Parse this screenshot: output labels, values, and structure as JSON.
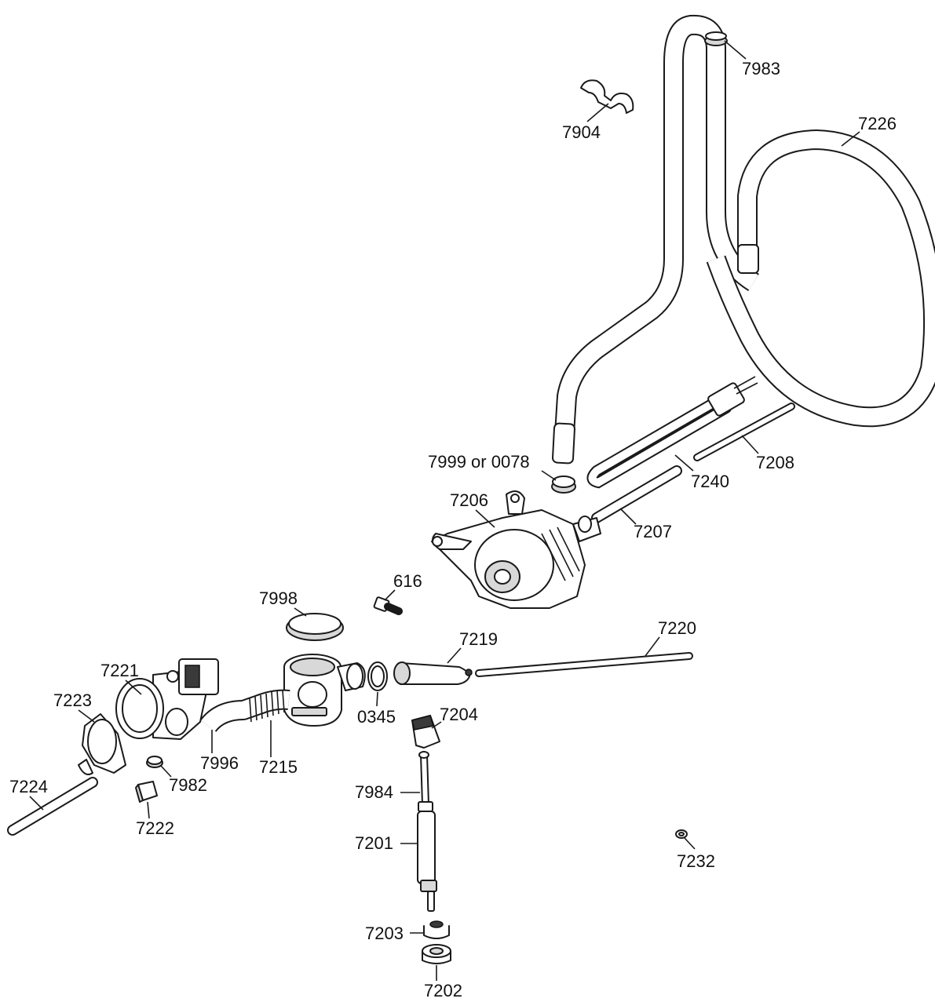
{
  "labels": {
    "l7983": "7983",
    "l7904": "7904",
    "l7226": "7226",
    "l7999": "7999 or 0078",
    "l7208": "7208",
    "l7240": "7240",
    "l7206": "7206",
    "l7207": "7207",
    "l616": "616",
    "l7998": "7998",
    "l7219": "7219",
    "l7220": "7220",
    "l7221": "7221",
    "l7223": "7223",
    "l0345": "0345",
    "l7204": "7204",
    "l7996": "7996",
    "l7215": "7215",
    "l7982": "7982",
    "l7224": "7224",
    "l7984": "7984",
    "l7222": "7222",
    "l7201": "7201",
    "l7232": "7232",
    "l7203": "7203",
    "l7202": "7202"
  }
}
